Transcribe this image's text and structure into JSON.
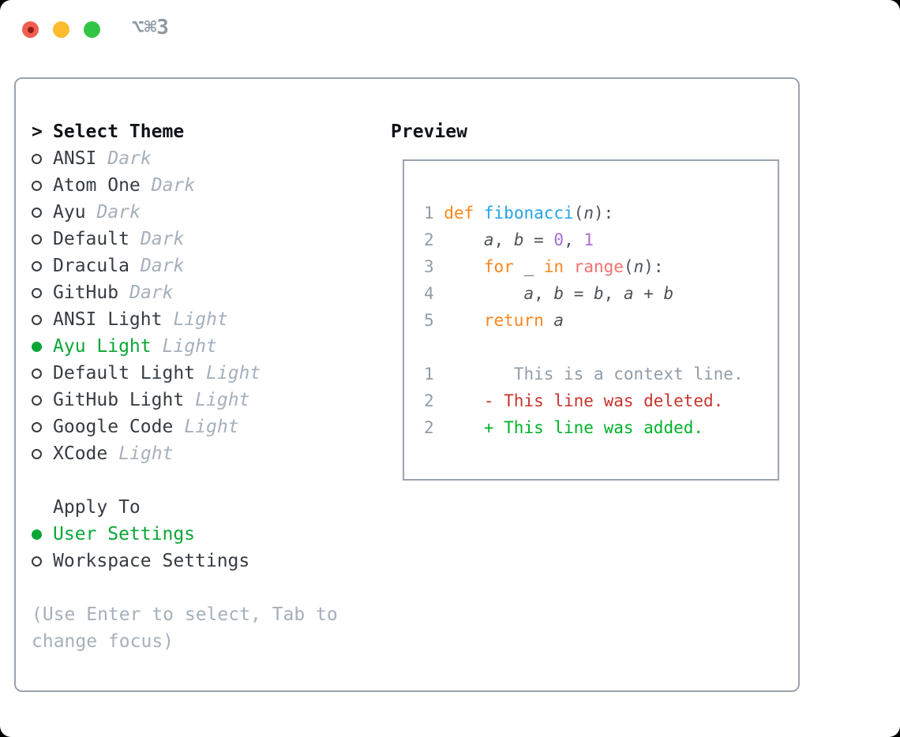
{
  "window": {
    "shortcut": "⌥⌘3"
  },
  "titlebar": {
    "buttons": [
      {
        "name": "close"
      },
      {
        "name": "minimize"
      },
      {
        "name": "zoom"
      }
    ]
  },
  "theme_panel": {
    "header_marker": ">",
    "header": "Select Theme",
    "themes": [
      {
        "name": "ANSI",
        "variant": "Dark",
        "selected": false
      },
      {
        "name": "Atom One",
        "variant": "Dark",
        "selected": false
      },
      {
        "name": "Ayu",
        "variant": "Dark",
        "selected": false
      },
      {
        "name": "Default",
        "variant": "Dark",
        "selected": false
      },
      {
        "name": "Dracula",
        "variant": "Dark",
        "selected": false
      },
      {
        "name": "GitHub",
        "variant": "Dark",
        "selected": false
      },
      {
        "name": "ANSI Light",
        "variant": "Light",
        "selected": false
      },
      {
        "name": "Ayu Light",
        "variant": "Light",
        "selected": true
      },
      {
        "name": "Default Light",
        "variant": "Light",
        "selected": false
      },
      {
        "name": "GitHub Light",
        "variant": "Light",
        "selected": false
      },
      {
        "name": "Google Code",
        "variant": "Light",
        "selected": false
      },
      {
        "name": "XCode",
        "variant": "Light",
        "selected": false
      }
    ],
    "apply_to": {
      "header": "Apply To",
      "options": [
        {
          "label": "User Settings",
          "selected": true
        },
        {
          "label": "Workspace Settings",
          "selected": false
        }
      ]
    },
    "hint_lines": [
      "(Use Enter to select, Tab to",
      "change focus)"
    ]
  },
  "preview": {
    "title": "Preview",
    "code_lines": [
      {
        "num": "1",
        "tokens": [
          {
            "t": "def",
            "c": "kw"
          },
          {
            "t": " ",
            "c": "fg"
          },
          {
            "t": "fibonacci",
            "c": "fn"
          },
          {
            "t": "(",
            "c": "fg"
          },
          {
            "t": "n",
            "c": "var"
          },
          {
            "t": "):",
            "c": "fg"
          }
        ]
      },
      {
        "num": "2",
        "tokens": [
          {
            "t": "    ",
            "c": "fg"
          },
          {
            "t": "a",
            "c": "var"
          },
          {
            "t": ", ",
            "c": "fg"
          },
          {
            "t": "b",
            "c": "var"
          },
          {
            "t": " = ",
            "c": "fg"
          },
          {
            "t": "0",
            "c": "num"
          },
          {
            "t": ", ",
            "c": "fg"
          },
          {
            "t": "1",
            "c": "num"
          }
        ]
      },
      {
        "num": "3",
        "tokens": [
          {
            "t": "    ",
            "c": "fg"
          },
          {
            "t": "for",
            "c": "kw"
          },
          {
            "t": " _ ",
            "c": "fg"
          },
          {
            "t": "in",
            "c": "kw"
          },
          {
            "t": " ",
            "c": "fg"
          },
          {
            "t": "range",
            "c": "call"
          },
          {
            "t": "(",
            "c": "fg"
          },
          {
            "t": "n",
            "c": "var"
          },
          {
            "t": "):",
            "c": "fg"
          }
        ]
      },
      {
        "num": "4",
        "tokens": [
          {
            "t": "        ",
            "c": "fg"
          },
          {
            "t": "a",
            "c": "var"
          },
          {
            "t": ", ",
            "c": "fg"
          },
          {
            "t": "b",
            "c": "var"
          },
          {
            "t": " = ",
            "c": "fg"
          },
          {
            "t": "b",
            "c": "var"
          },
          {
            "t": ", ",
            "c": "fg"
          },
          {
            "t": "a",
            "c": "var"
          },
          {
            "t": " + ",
            "c": "fg"
          },
          {
            "t": "b",
            "c": "var"
          }
        ]
      },
      {
        "num": "5",
        "tokens": [
          {
            "t": "    ",
            "c": "fg"
          },
          {
            "t": "return",
            "c": "kw"
          },
          {
            "t": " ",
            "c": "fg"
          },
          {
            "t": "a",
            "c": "var"
          }
        ]
      }
    ],
    "diff_lines": [
      {
        "num": "1",
        "tokens": [
          {
            "t": "       This is a context line.",
            "c": "ctx"
          }
        ]
      },
      {
        "num": "2",
        "tokens": [
          {
            "t": "    ",
            "c": "fg"
          },
          {
            "t": "- This line was deleted.",
            "c": "del"
          }
        ]
      },
      {
        "num": "2",
        "tokens": [
          {
            "t": "    ",
            "c": "fg"
          },
          {
            "t": "+ This line was added.",
            "c": "add"
          }
        ]
      }
    ]
  },
  "colors": {
    "accent-green": "#09a636",
    "muted": "#a6b0bb",
    "text-dark": "#363c42",
    "heading": "#101418",
    "border": "#9aa3ae",
    "kw": "#f9871e",
    "fn": "#25a4e9",
    "num": "#a66fd6",
    "call": "#f3716f",
    "fg": "#4d5358",
    "ln": "#929da8",
    "ctx": "#929da8",
    "del": "#c8342c",
    "add": "#00b22a",
    "light-red": "#f25d51",
    "light-red-dot": "#8f1d12",
    "light-yellow": "#fcbc2e",
    "light-green": "#32c545",
    "shortcut-gray": "#8f99a3"
  }
}
